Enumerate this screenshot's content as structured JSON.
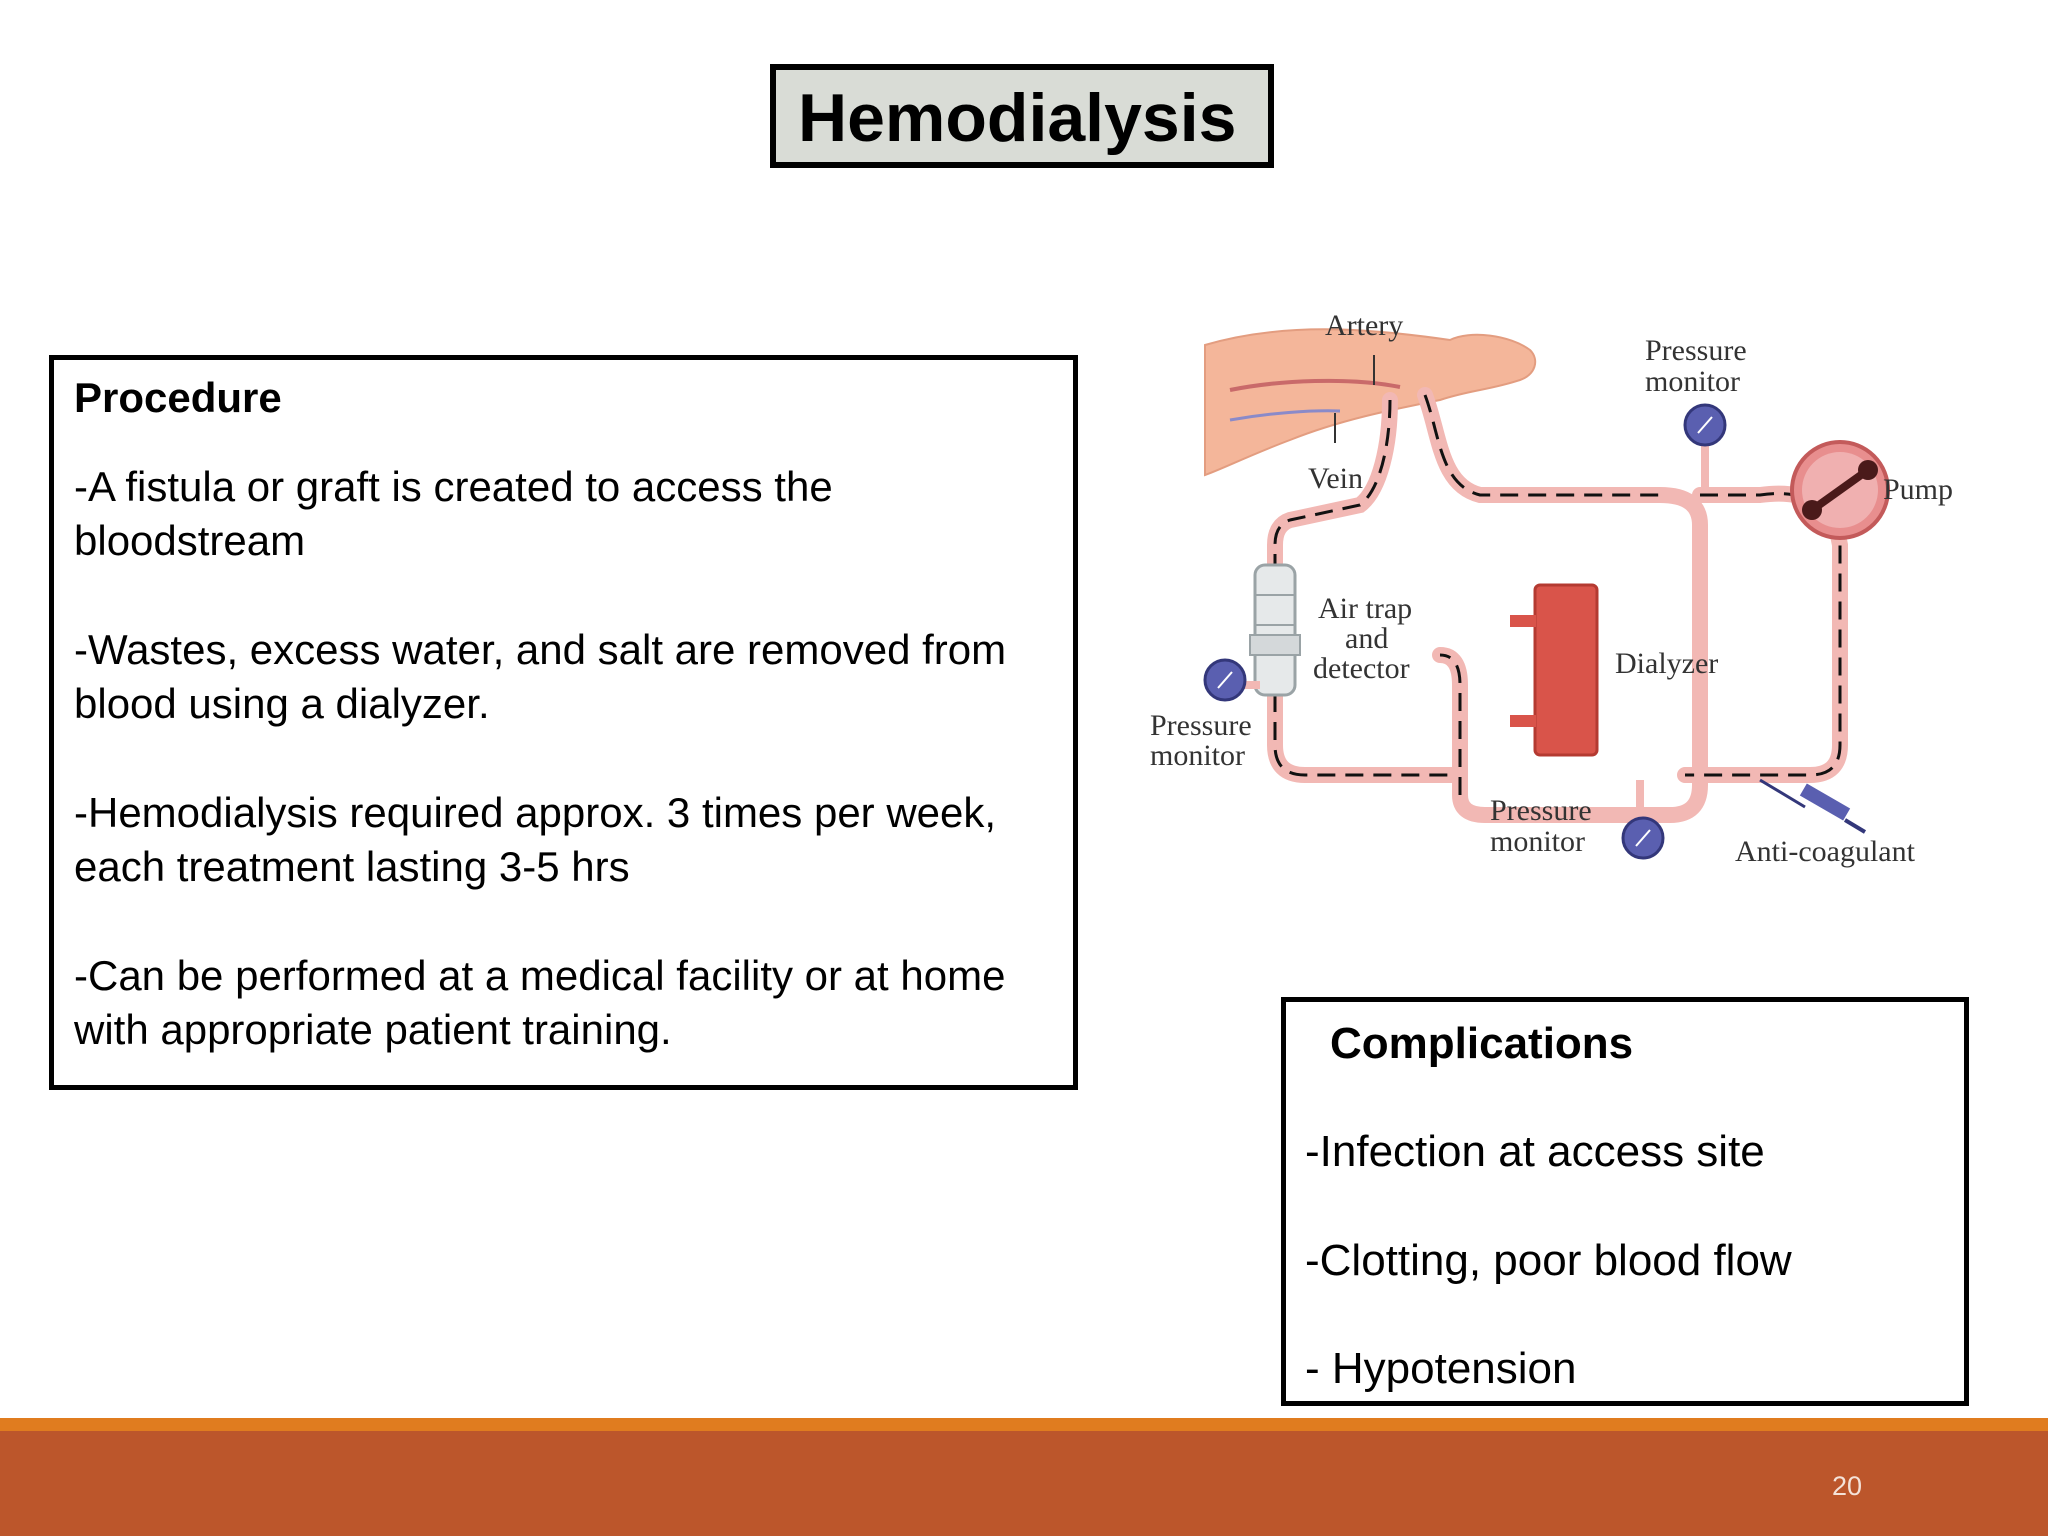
{
  "title": "Hemodialysis",
  "procedure": {
    "heading": "Procedure",
    "items": [
      "-A fistula or graft is created to access the bloodstream",
      "-Wastes, excess water, and salt are removed from blood using a dialyzer.",
      "-Hemodialysis required approx. 3 times per week, each treatment lasting 3-5 hrs",
      "-Can be performed at a medical facility or at home with appropriate patient training."
    ]
  },
  "complications": {
    "heading": "Complications",
    "items": [
      "-Infection at access site",
      "-Clotting, poor blood flow",
      "- Hypotension"
    ]
  },
  "diagram": {
    "labels": {
      "artery": "Artery",
      "vein": "Vein",
      "pressure_monitor_top_1": "Pressure",
      "pressure_monitor_top_2": "monitor",
      "pump": "Pump",
      "air_trap_1": "Air trap",
      "air_trap_2": "and",
      "air_trap_3": "detector",
      "dialyzer": "Dialyzer",
      "pressure_monitor_left_1": "Pressure",
      "pressure_monitor_left_2": "monitor",
      "pressure_monitor_bottom_1": "Pressure",
      "pressure_monitor_bottom_2": "monitor",
      "anticoagulant": "Anti-coagulant"
    },
    "colors": {
      "tube": "#f2b8b4",
      "tube_outline": "#d98a86",
      "flow_dash": "#111111",
      "dialyzer": "#d9544a",
      "gauge": "#5a5fb0",
      "skin": "#f4b69a"
    },
    "icons": [
      "forearm",
      "pressure-gauge",
      "pump",
      "air-trap",
      "dialyzer",
      "syringe"
    ]
  },
  "footer": {
    "page_number": "20"
  }
}
